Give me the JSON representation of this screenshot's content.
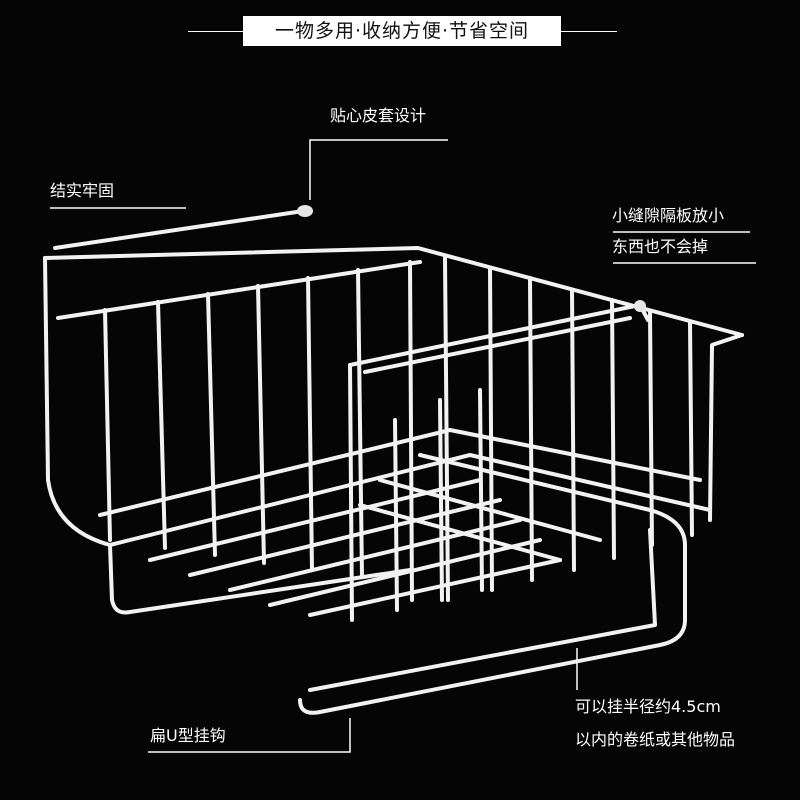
{
  "header": {
    "title": "一物多用·收纳方便·节省空间"
  },
  "callouts": {
    "leather_sleeve": "贴心皮套设计",
    "sturdy": "结实牢固",
    "gap_line1": "小缝隙隔板放小",
    "gap_line2": "东西也不会掉",
    "hook": "扁U型挂钩",
    "roll_line1": "可以挂半径约4.5cm",
    "roll_line2": "以内的卷纸或其他物品"
  },
  "colors": {
    "background": "#050505",
    "wire": "#ffffff"
  }
}
